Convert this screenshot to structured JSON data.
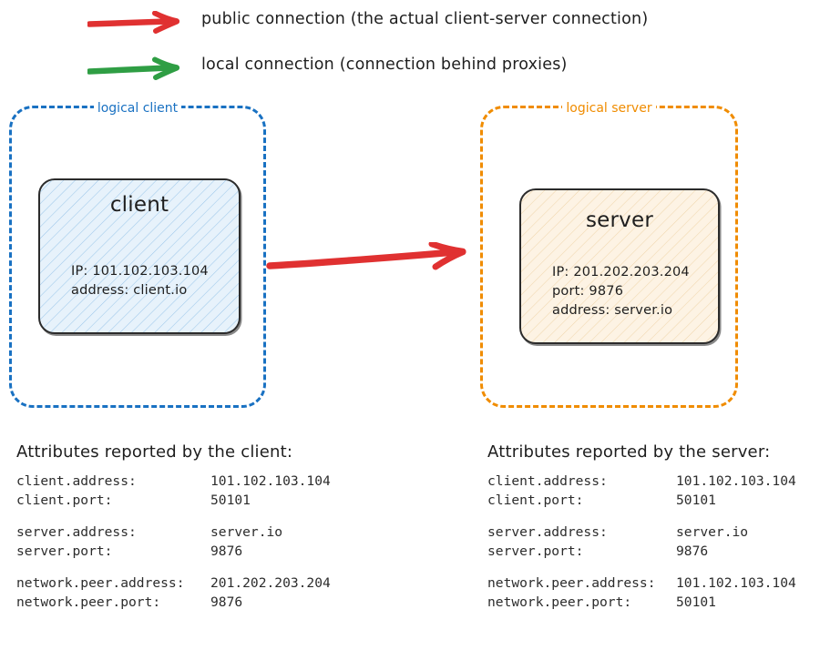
{
  "legend": {
    "items": [
      {
        "icon": "red-arrow-icon",
        "color": "#e03131",
        "label": "public connection (the actual client-server connection)"
      },
      {
        "icon": "green-arrow-icon",
        "color": "#2f9e44",
        "label": "local connection (connection behind proxies)"
      }
    ]
  },
  "diagram": {
    "logical_client": {
      "label": "logical client",
      "border_color": "#1971c2",
      "node": {
        "title": "client",
        "fill_color": "#e7f2fb",
        "details": [
          "IP: 101.102.103.104",
          "address: client.io"
        ]
      }
    },
    "logical_server": {
      "label": "logical server",
      "border_color": "#f08c00",
      "node": {
        "title": "server",
        "fill_color": "#fdf3e4",
        "details": [
          "IP: 201.202.203.204",
          "port: 9876",
          "address: server.io"
        ]
      }
    },
    "connection_arrow": {
      "icon": "red-arrow-icon",
      "color": "#e03131",
      "from": "client",
      "to": "server"
    }
  },
  "client_attributes": {
    "heading": "Attributes reported by the client:",
    "groups": [
      {
        "rows": [
          {
            "key": "client.address:",
            "value": "101.102.103.104"
          },
          {
            "key": "client.port:",
            "value": "50101"
          }
        ]
      },
      {
        "rows": [
          {
            "key": "server.address:",
            "value": "server.io"
          },
          {
            "key": "server.port:",
            "value": "9876"
          }
        ]
      },
      {
        "rows": [
          {
            "key": "network.peer.address:",
            "value": "201.202.203.204"
          },
          {
            "key": "network.peer.port:",
            "value": "9876"
          }
        ]
      }
    ]
  },
  "server_attributes": {
    "heading": "Attributes reported by the server:",
    "groups": [
      {
        "rows": [
          {
            "key": "client.address:",
            "value": "101.102.103.104"
          },
          {
            "key": "client.port:",
            "value": "50101"
          }
        ]
      },
      {
        "rows": [
          {
            "key": "server.address:",
            "value": "server.io"
          },
          {
            "key": "server.port:",
            "value": "9876"
          }
        ]
      },
      {
        "rows": [
          {
            "key": "network.peer.address:",
            "value": "101.102.103.104"
          },
          {
            "key": "network.peer.port:",
            "value": "50101"
          }
        ]
      }
    ]
  }
}
